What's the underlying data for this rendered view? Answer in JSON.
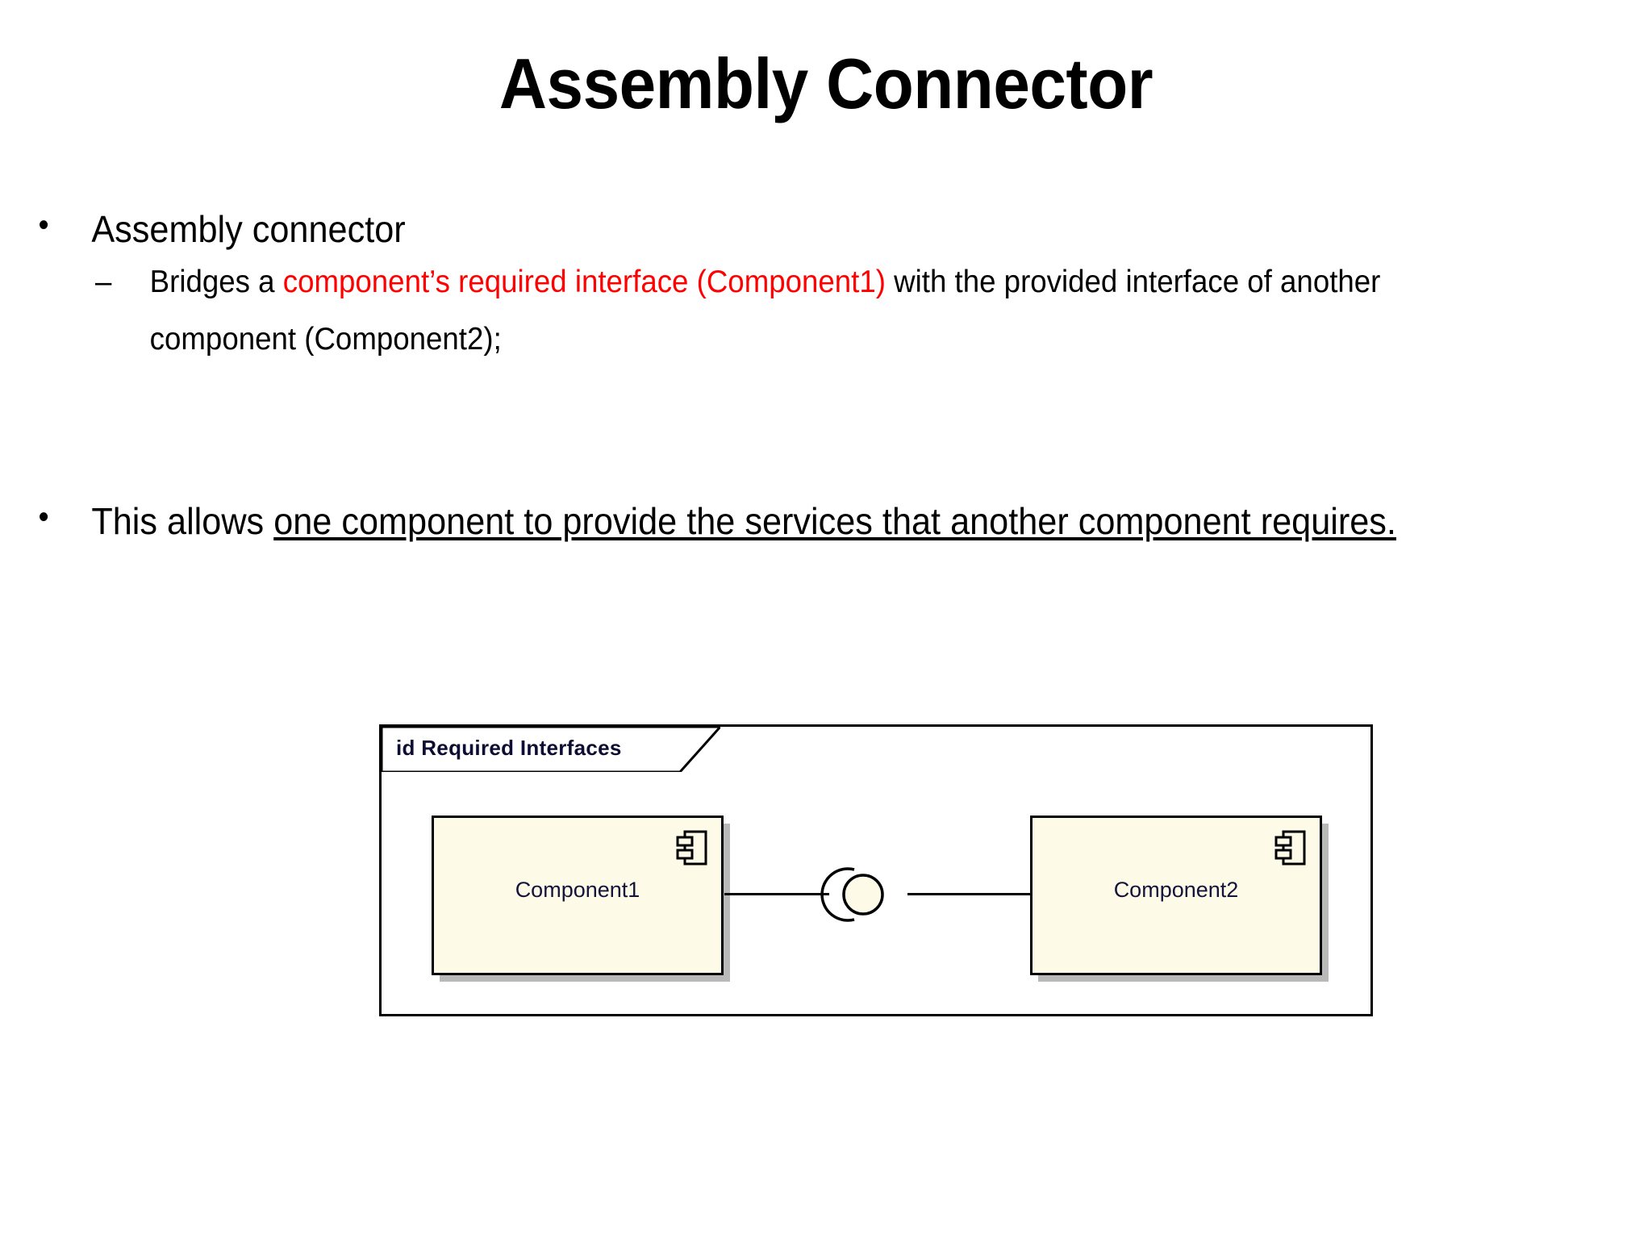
{
  "slide": {
    "title": "Assembly Connector",
    "background_color": "#FFFFFF",
    "accent_red": "#FF0000"
  },
  "bullets": [
    {
      "level": 1,
      "marker": "•",
      "name": "bullet-assembly-connector",
      "text": "Assembly connector"
    },
    {
      "level": 2,
      "marker": "–",
      "name": "sub-bullet-bridges",
      "segments": [
        {
          "text": "Bridges a ",
          "style": "plain"
        },
        {
          "text": "component’s required interface (Component1)",
          "style": "red"
        },
        {
          "text": " with the provided interface of another component (Component2);",
          "style": "plain"
        }
      ]
    },
    {
      "level": 1,
      "marker": "•",
      "name": "bullet-this-allows",
      "segments": [
        {
          "text": "This allows ",
          "style": "plain"
        },
        {
          "text": "one component to provide the services that another component requires.",
          "style": "underline"
        }
      ]
    }
  ],
  "diagram": {
    "name": "required-interfaces-component-diagram",
    "frame_label": "id Required Interfaces",
    "frame_label_prefix": "id",
    "frame_label_name": "Required Interfaces",
    "border_color": "#000000",
    "component_fill": "#FDFAE8",
    "component_shadow": "#B9B9B9",
    "label_color": "#14143A",
    "components": [
      {
        "id": "component1",
        "label": "Component1",
        "icon": "uml-component-icon"
      },
      {
        "id": "component2",
        "label": "Component2",
        "icon": "uml-component-icon"
      }
    ],
    "connector": {
      "type": "assembly-connector",
      "symbol": "ball-and-socket",
      "from": "Component1",
      "to": "Component2"
    }
  }
}
